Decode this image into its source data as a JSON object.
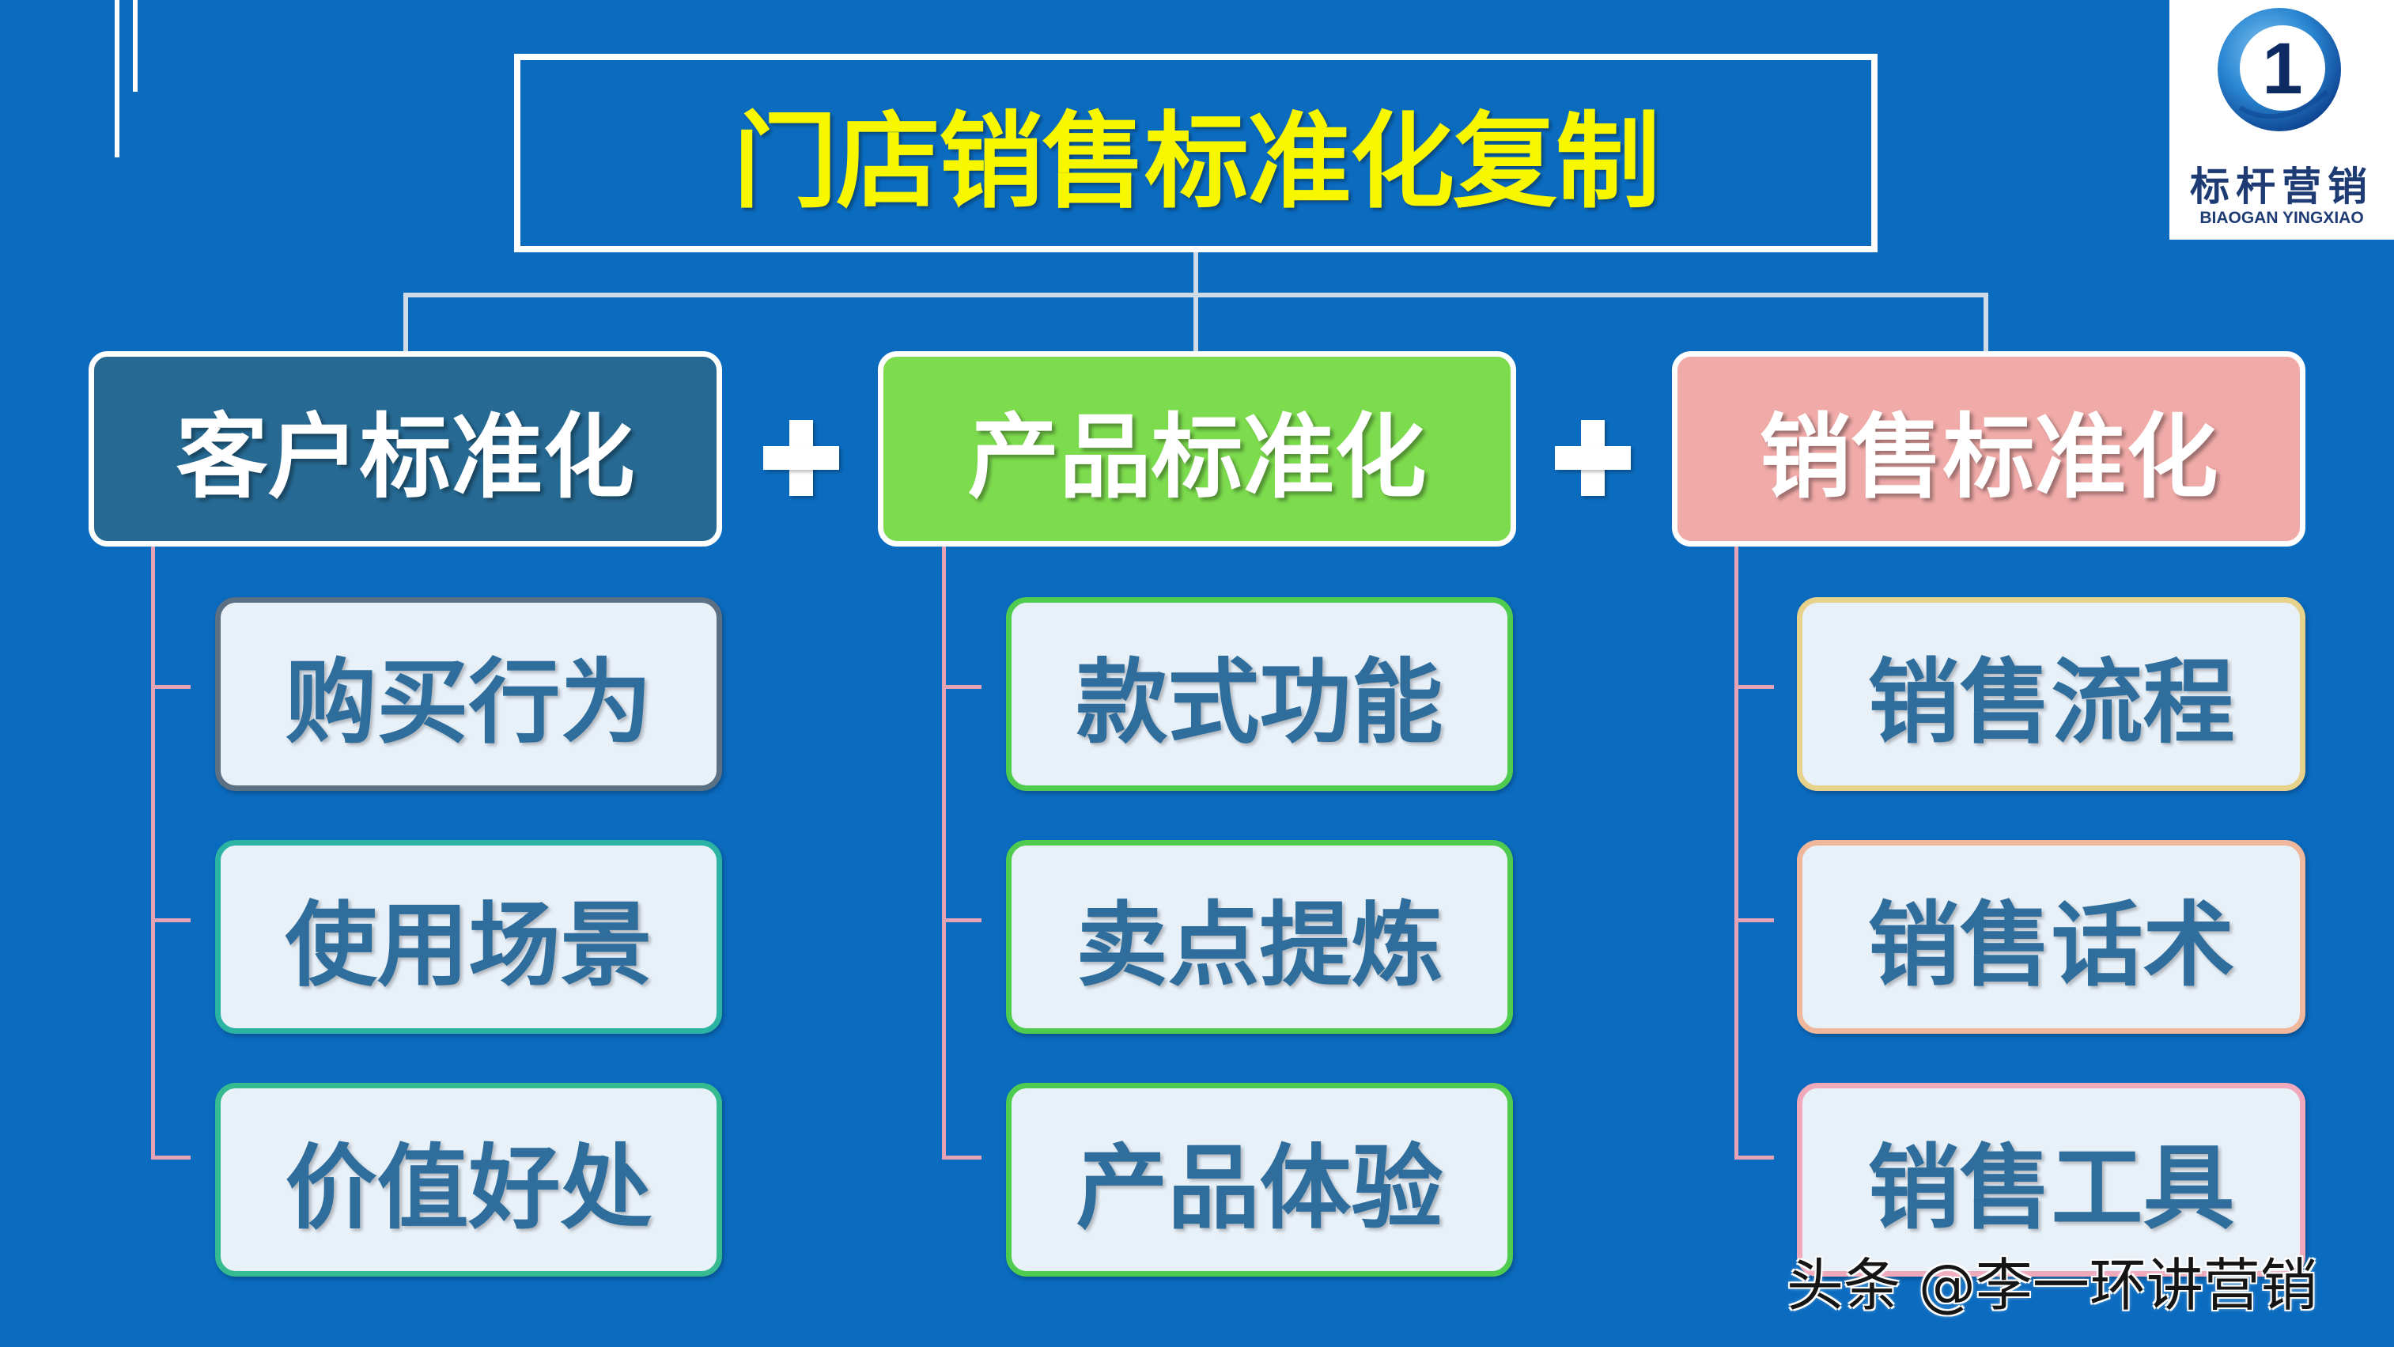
{
  "title": "门店销售标准化复制",
  "logo": {
    "number": "1",
    "name": "标杆营销",
    "subtitle": "BIAOGAN YINGXIAO",
    "icon": "logo-emblem-icon"
  },
  "operator_icon": "plus-icon",
  "columns": [
    {
      "label": "客户标准化",
      "fill": "#266a94",
      "items": [
        {
          "label": "购买行为",
          "border": "#5b7183"
        },
        {
          "label": "使用场景",
          "border": "#2bb3a3"
        },
        {
          "label": "价值好处",
          "border": "#35bb8f"
        }
      ]
    },
    {
      "label": "产品标准化",
      "fill": "#7ddc4e",
      "items": [
        {
          "label": "款式功能",
          "border": "#4fcc4f"
        },
        {
          "label": "卖点提炼",
          "border": "#4fcc4f"
        },
        {
          "label": "产品体验",
          "border": "#4fcc4f"
        }
      ]
    },
    {
      "label": "销售标准化",
      "fill": "#f0aaa8",
      "items": [
        {
          "label": "销售流程",
          "border": "#e6d28a"
        },
        {
          "label": "销售话术",
          "border": "#efb89c"
        },
        {
          "label": "销售工具",
          "border": "#f0a9bb"
        }
      ]
    }
  ],
  "watermark": "头条 @李一环讲营销",
  "colors": {
    "background": "#0b6bbf",
    "title_text": "#f7f700",
    "item_fill": "#e8f0f8",
    "item_text": "#2f6e9c",
    "tree_line": "#e7a3b6"
  }
}
